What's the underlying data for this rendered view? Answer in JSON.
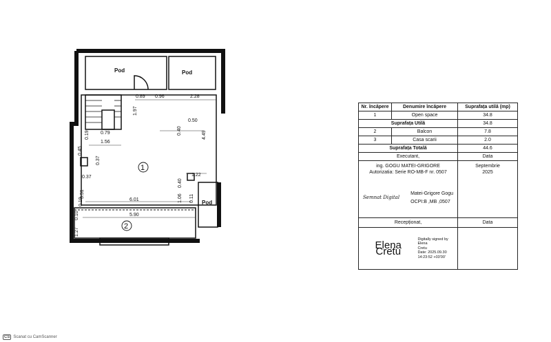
{
  "plan": {
    "rooms": [
      {
        "label": "Pod"
      },
      {
        "label": "Pod"
      },
      {
        "label": "Pod"
      }
    ],
    "room_numbers": [
      "1",
      "2"
    ],
    "dimensions": [
      "0.89",
      "0.96",
      "2.28",
      "1.97",
      "0.50",
      "0.40",
      "4.49",
      "0.79",
      "0.19",
      "1.56",
      "0.45",
      "0.37",
      "0.37",
      "3.51",
      "1.22",
      "0.40",
      "1.06",
      "0.11",
      "6.01",
      "0.10",
      "5.90",
      "0.10",
      "1.27"
    ]
  },
  "table": {
    "headers": [
      "Nr. încăpere",
      "Denumire încăpere",
      "Suprafața utilă (mp)"
    ],
    "rows": [
      {
        "nr": "1",
        "name": "Open space",
        "area": "34.8"
      },
      {
        "subtotal_label": "Suprafața Utilă",
        "area": "34.8"
      },
      {
        "nr": "2",
        "name": "Balcon",
        "area": "7.8"
      },
      {
        "nr": "3",
        "name": "Casa scarii",
        "area": "2.0"
      },
      {
        "total_label": "Suprafața Totală",
        "area": "44.6"
      }
    ],
    "executant_label": "Executant,",
    "data_label": "Data",
    "engineer": "ing. GOGU MATEI-GRIGORE",
    "authorization": "Autorizatia: Serie RO-MB-F nr. 0507",
    "date_value": "Septembrie 2025",
    "signature_handwritten": "Semnat Digital",
    "signer_name": "Matei-Grigore Gogu",
    "signer_ocpi": "OCPI:B ,MB ,0507",
    "receptionat_label": "Recepționat,",
    "data_label_2": "Data",
    "receiver_name": "Elena Cretu",
    "digital_sig_lines": [
      "Digitally signed by Elena",
      "Cretu",
      "Date: 2025.09.30",
      "14:23:52 +03'00'"
    ]
  },
  "footer": {
    "badge": "CS",
    "text": "Scanat cu CamScanner"
  }
}
